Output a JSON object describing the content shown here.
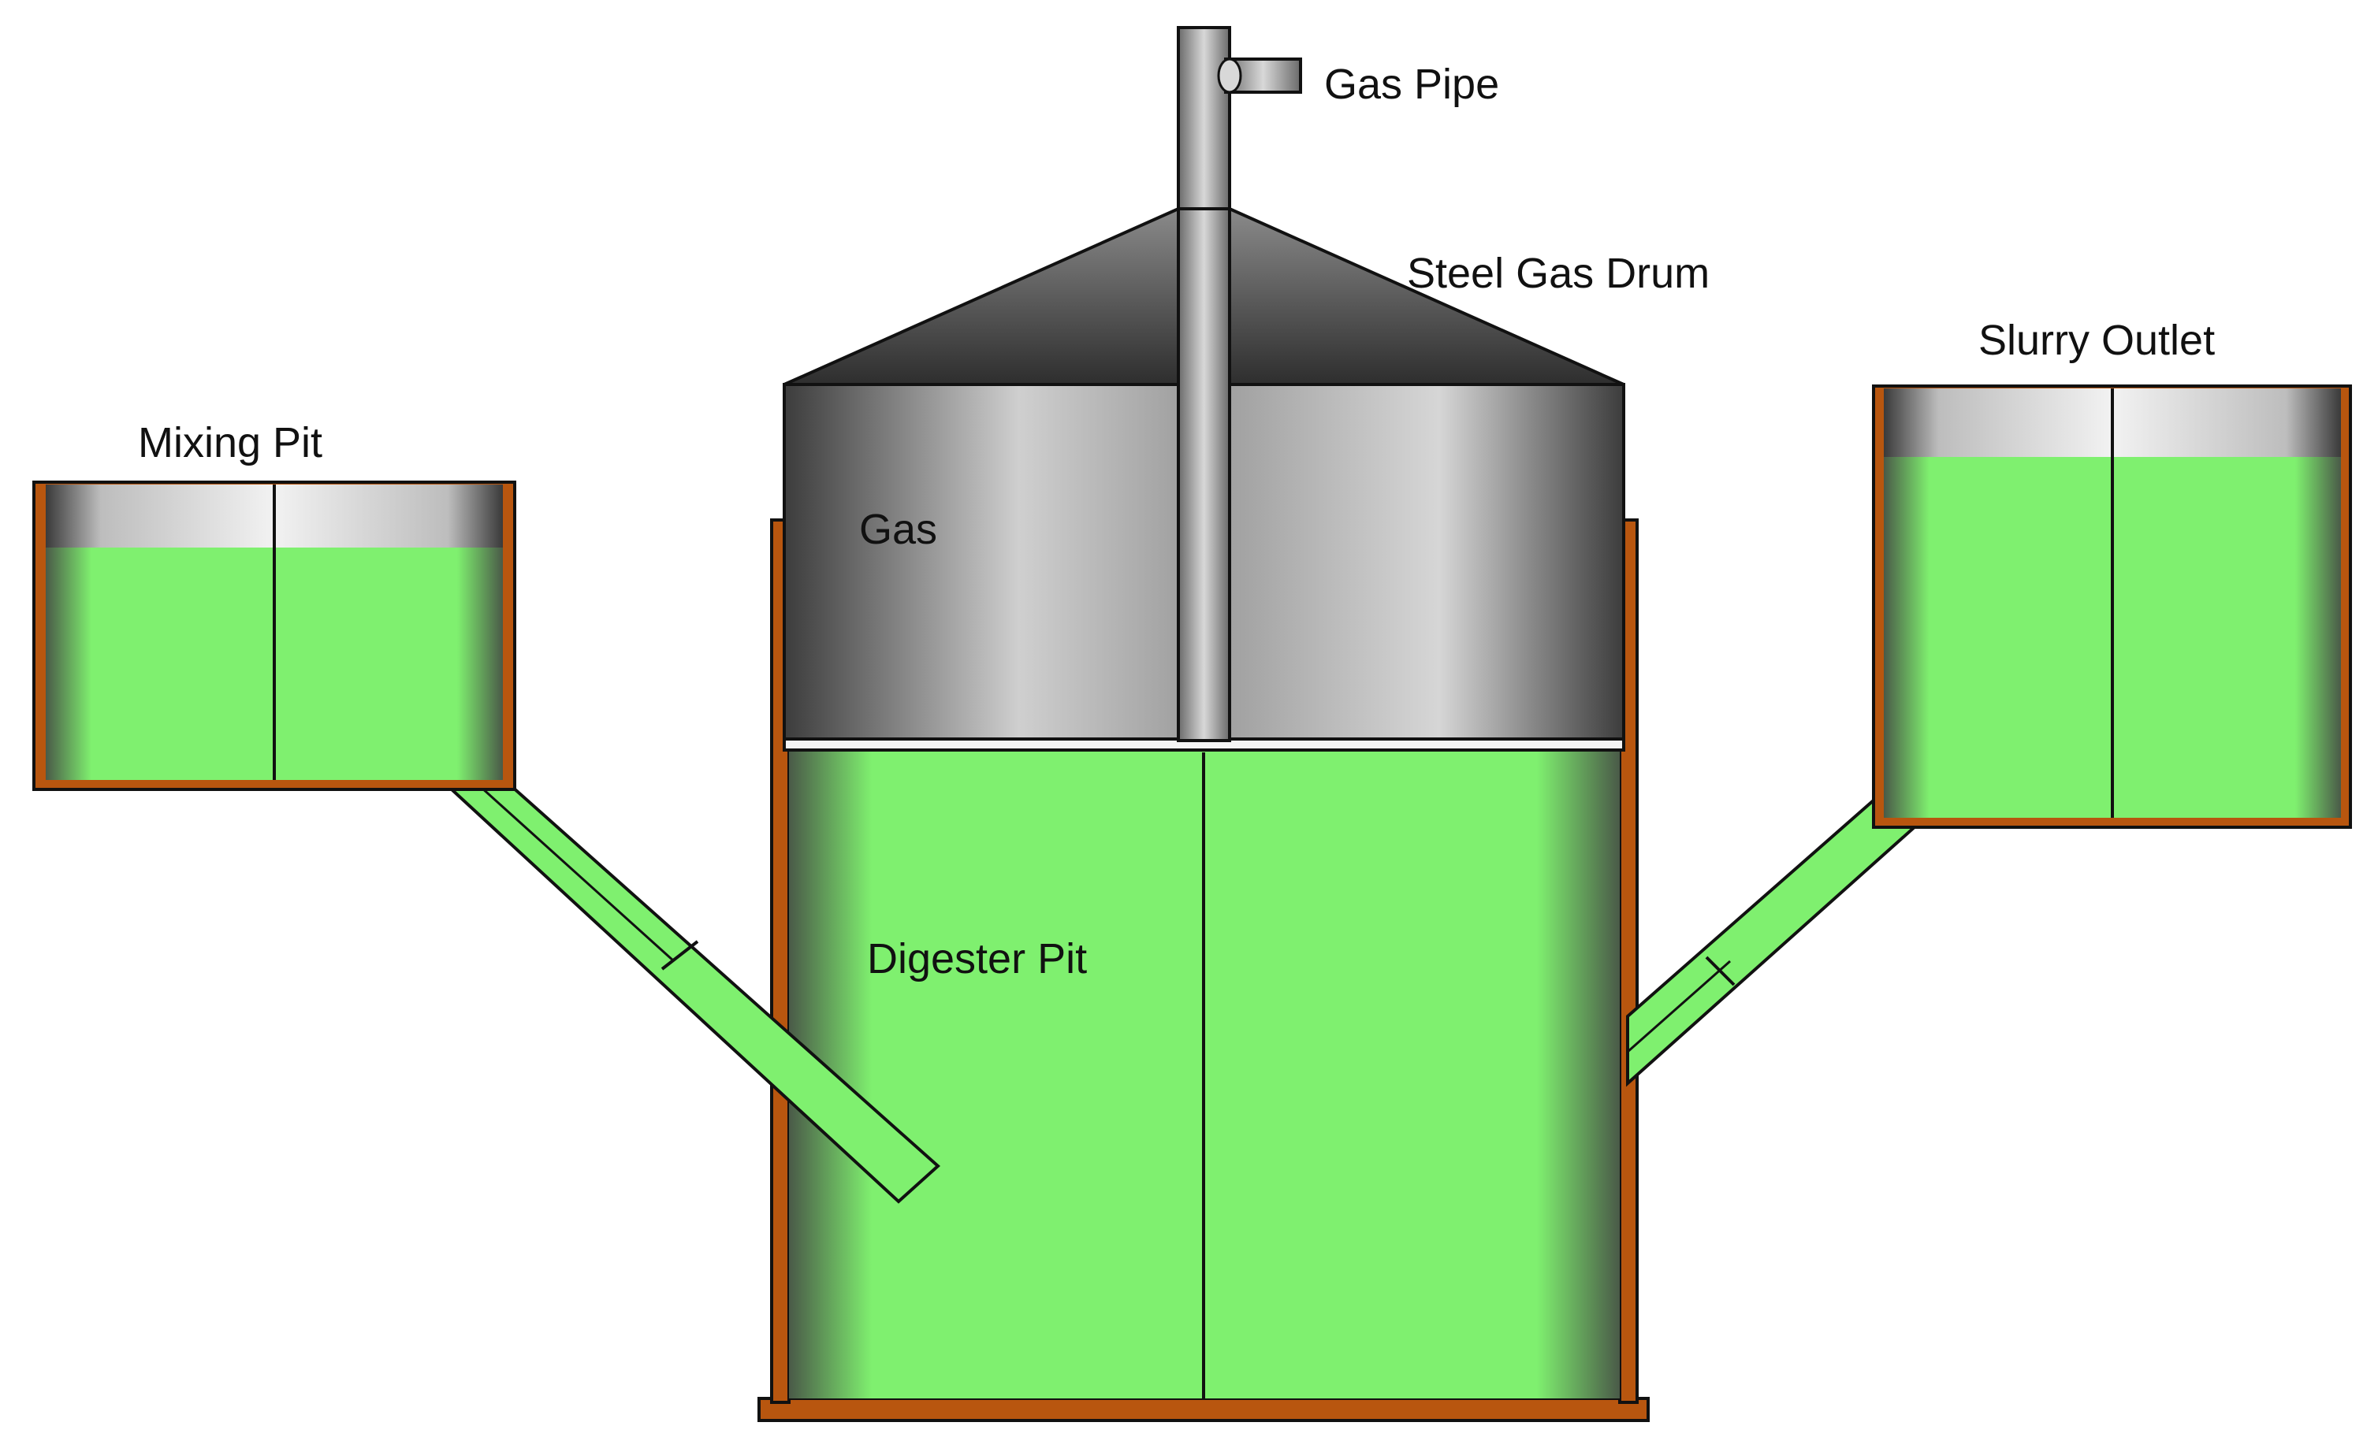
{
  "labels": {
    "gas_pipe": "Gas Pipe",
    "steel_gas_drum": "Steel Gas Drum",
    "slurry_outlet": "Slurry Outlet",
    "mixing_pit": "Mixing Pit",
    "gas": "Gas",
    "digester_pit": "Digester Pit"
  },
  "colors": {
    "slurry": "#7ff06f",
    "brick": "#b8560f",
    "steel_dark": "#3a3a3a",
    "steel_light": "#d8d8d8",
    "outline": "#111111"
  }
}
